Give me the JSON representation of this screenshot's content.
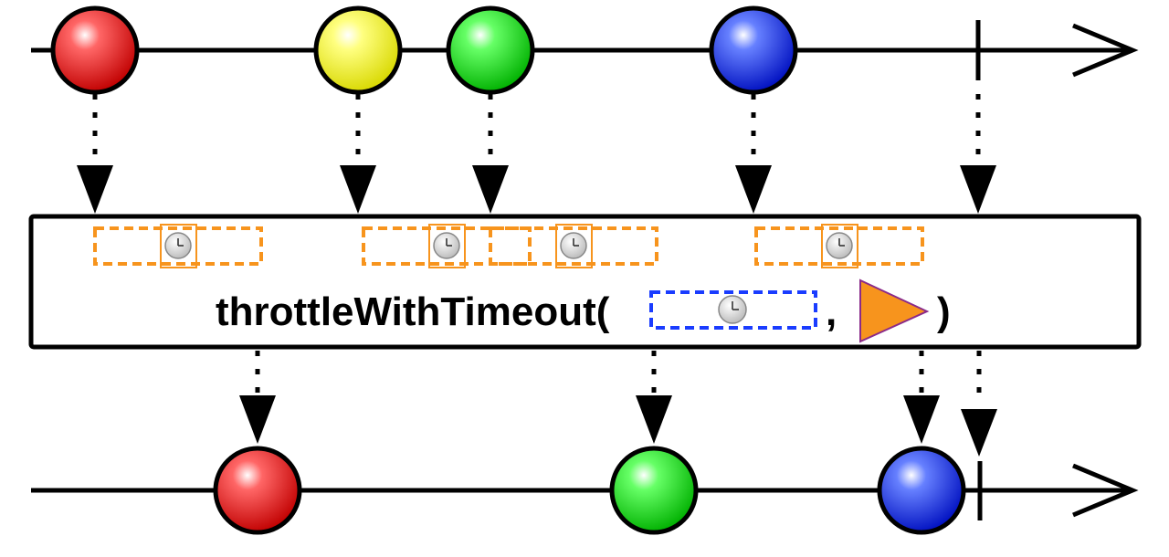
{
  "operator": {
    "name": "throttleWithTimeout(",
    "comma": ",",
    "close": ")"
  },
  "colors": {
    "red": "#e8000a",
    "yellow": "#f2f200",
    "green": "#10d010",
    "blue": "#1030e0",
    "timer_box": "#f7941d",
    "timeout_box": "#1a3cff",
    "fallback_triangle": "#f7941d",
    "fallback_stroke": "#8a2a8a"
  },
  "input_marbles": [
    {
      "color": "red"
    },
    {
      "color": "yellow"
    },
    {
      "color": "green"
    },
    {
      "color": "blue"
    }
  ],
  "output_marbles": [
    {
      "color": "red"
    },
    {
      "color": "green"
    },
    {
      "color": "blue"
    }
  ],
  "icons": [
    "clock-icon",
    "play-triangle-icon"
  ]
}
